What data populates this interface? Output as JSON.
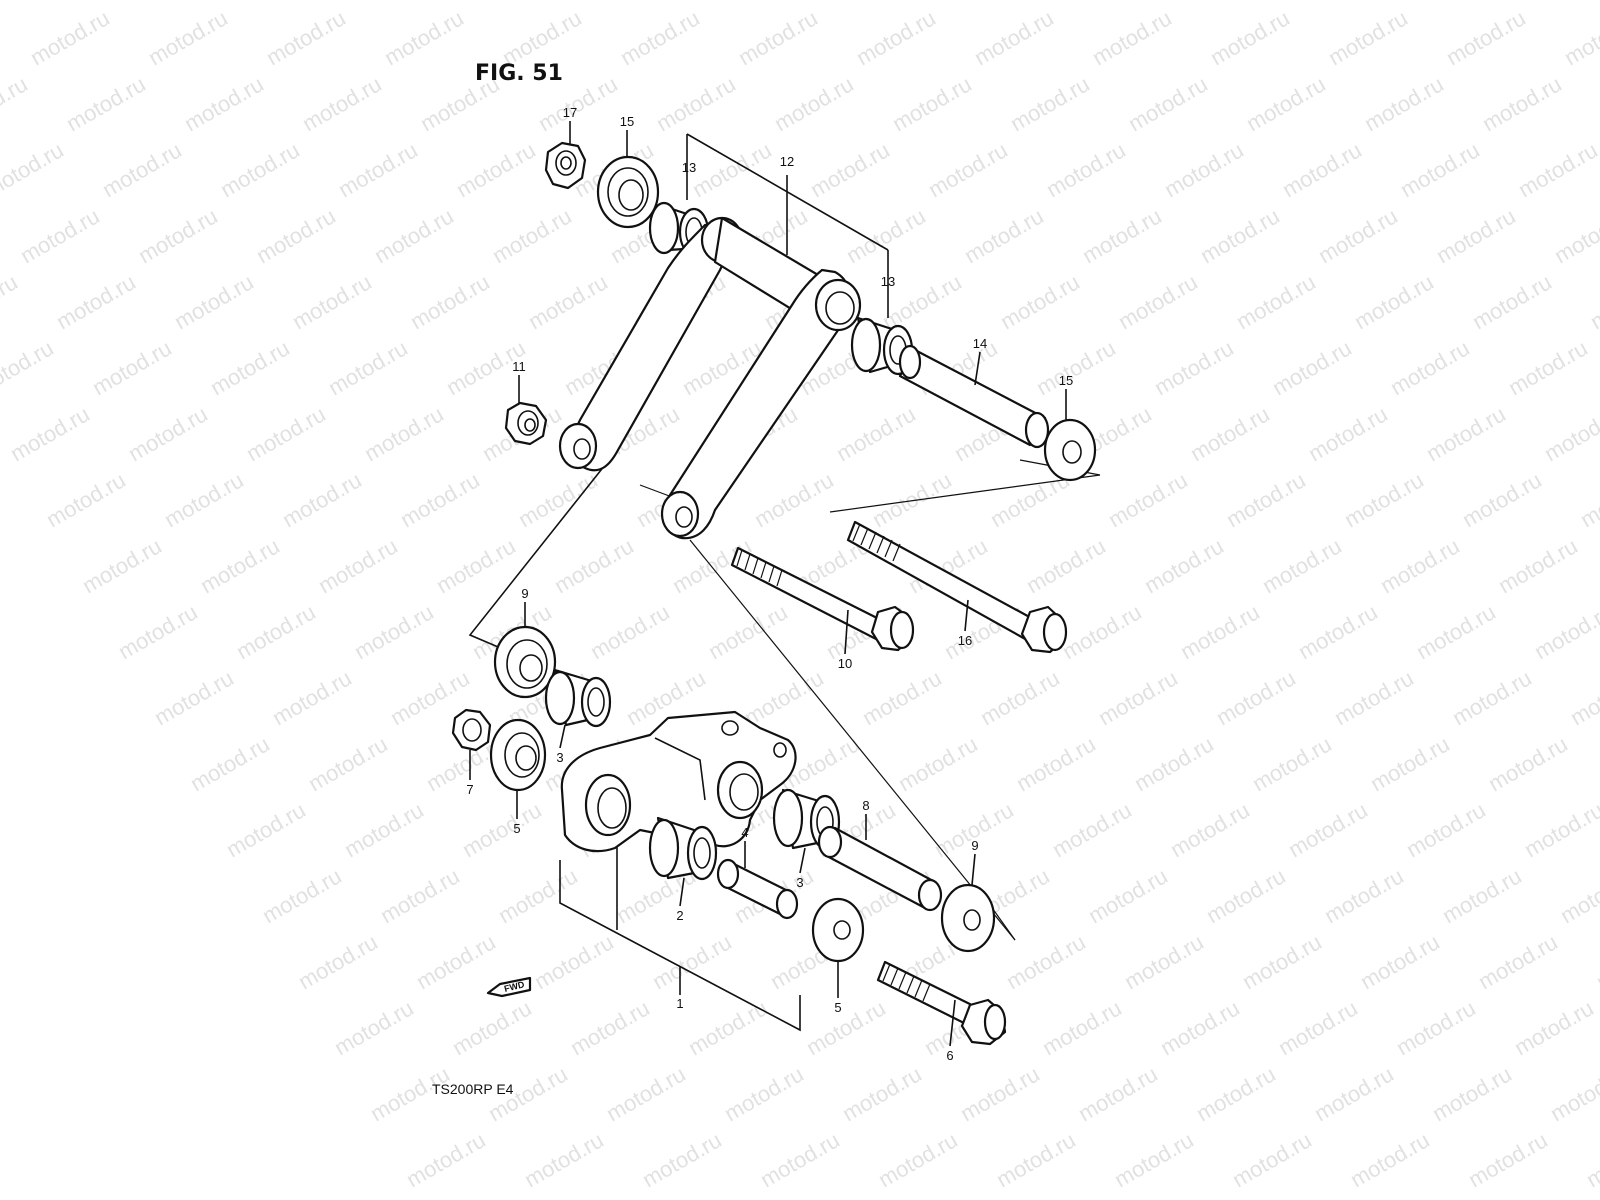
{
  "figure": {
    "title": "FIG. 51",
    "model_code": "TS200RP  E4",
    "forward_label": "FWD"
  },
  "watermark": {
    "text": "motod.ru"
  },
  "callouts": [
    {
      "id": "c1",
      "label": "1"
    },
    {
      "id": "c2",
      "label": "2"
    },
    {
      "id": "c3a",
      "label": "3"
    },
    {
      "id": "c3b",
      "label": "3"
    },
    {
      "id": "c4",
      "label": "4"
    },
    {
      "id": "c5a",
      "label": "5"
    },
    {
      "id": "c5b",
      "label": "5"
    },
    {
      "id": "c6",
      "label": "6"
    },
    {
      "id": "c7",
      "label": "7"
    },
    {
      "id": "c8",
      "label": "8"
    },
    {
      "id": "c9a",
      "label": "9"
    },
    {
      "id": "c9b",
      "label": "9"
    },
    {
      "id": "c10",
      "label": "10"
    },
    {
      "id": "c11",
      "label": "11"
    },
    {
      "id": "c12",
      "label": "12"
    },
    {
      "id": "c13a",
      "label": "13"
    },
    {
      "id": "c13b",
      "label": "13"
    },
    {
      "id": "c14",
      "label": "14"
    },
    {
      "id": "c15a",
      "label": "15"
    },
    {
      "id": "c15b",
      "label": "15"
    },
    {
      "id": "c16",
      "label": "16"
    },
    {
      "id": "c17",
      "label": "17"
    }
  ],
  "colors": {
    "line": "#111111",
    "background": "#ffffff",
    "watermark": "#c9c9c9"
  }
}
